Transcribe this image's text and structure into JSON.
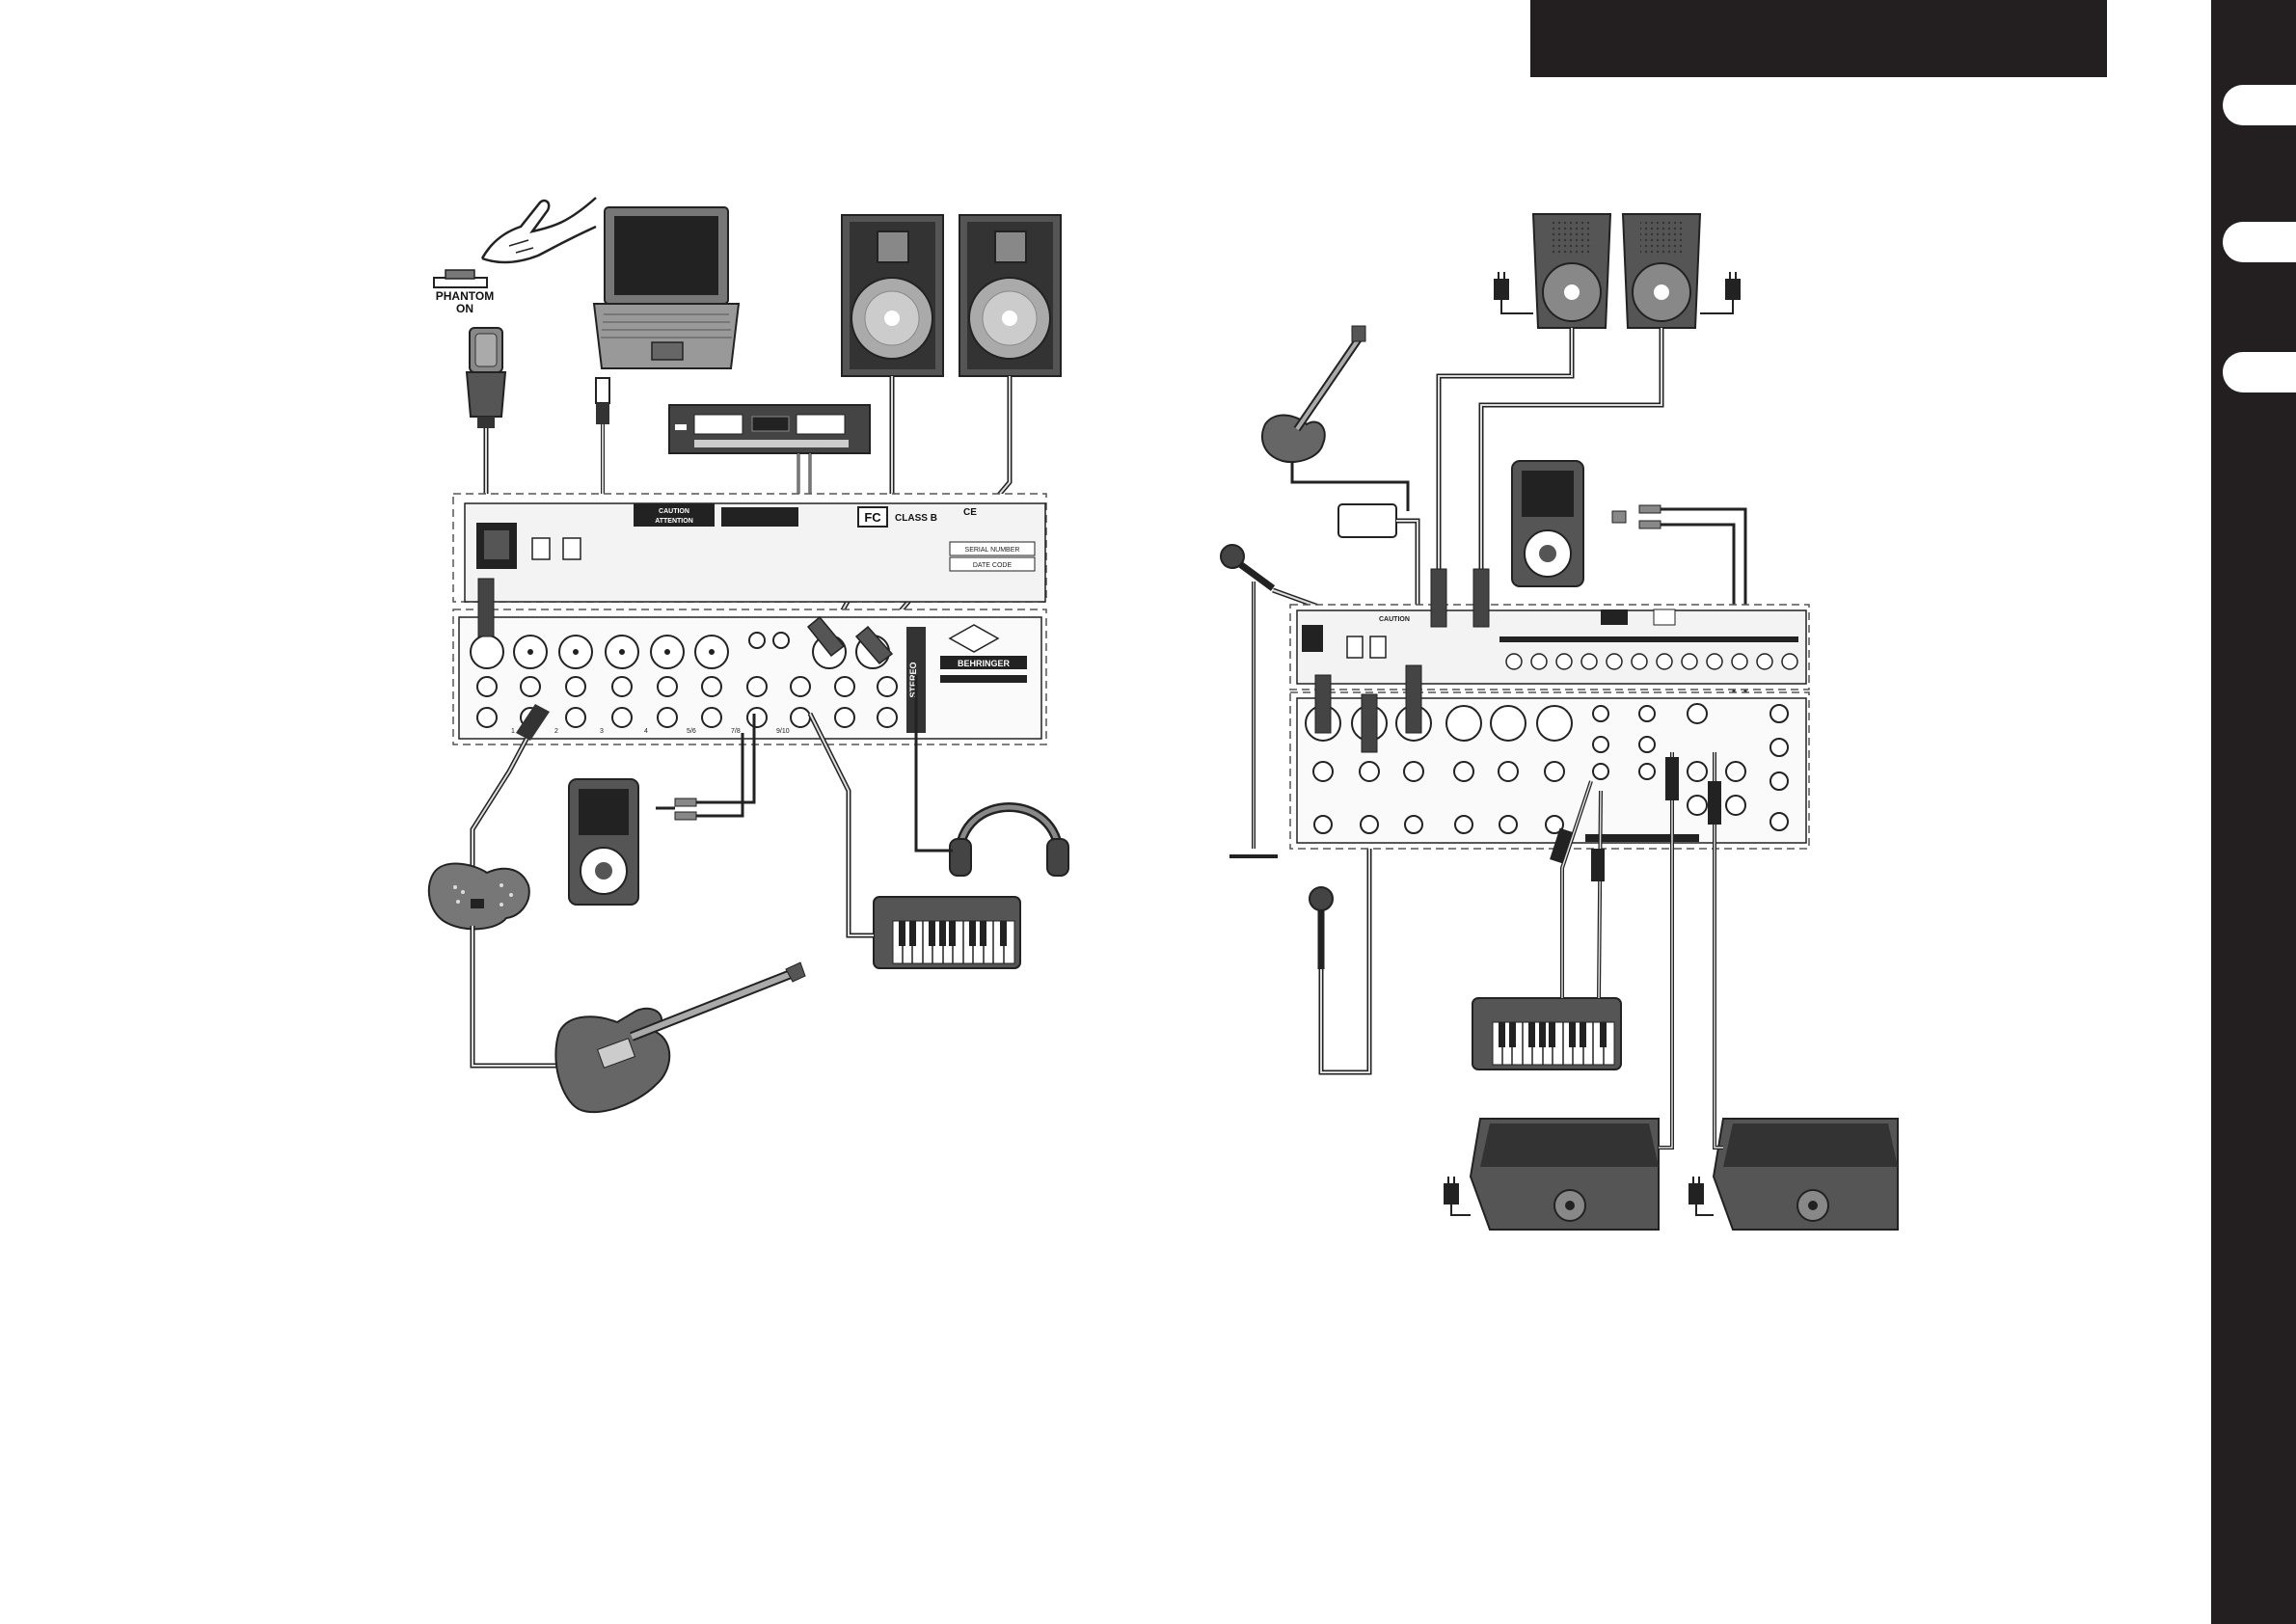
{
  "diagram_left": {
    "phantom_label": "PHANTOM",
    "phantom_sub": "ON",
    "panel_texts": {
      "caution": "CAUTION",
      "attention": "ATTENTION",
      "fcc": "FC",
      "class_b": "CLASS B",
      "serial": "SERIAL NUMBER",
      "date_code": "DATE CODE",
      "brand": "BEHRINGER",
      "ce": "CE",
      "stereo": "STEREO"
    },
    "channel_numbers": [
      "1",
      "2",
      "3",
      "4",
      "5/6",
      "7/8",
      "9/10"
    ]
  },
  "diagram_right": {
    "panel_texts": {
      "caution": "CAUTION"
    }
  },
  "sidebar_tabs": [
    "",
    "",
    ""
  ]
}
